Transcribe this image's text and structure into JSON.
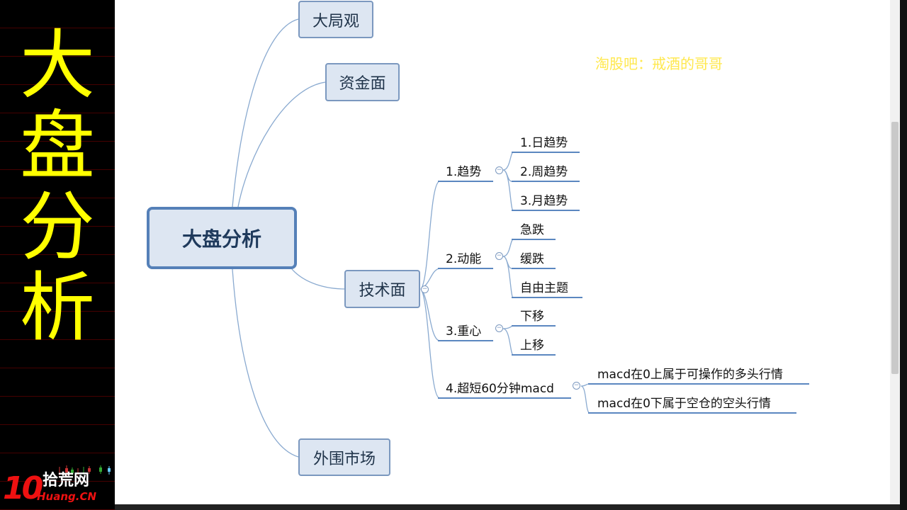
{
  "side_title": [
    "大",
    "盘",
    "分",
    "析"
  ],
  "watermark": "淘股吧：戒酒的哥哥",
  "mindmap": {
    "root": "大盘分析",
    "branches": {
      "big_picture": "大局观",
      "capital": "资金面",
      "technical": "技术面",
      "external": "外围市场"
    },
    "technical_children": {
      "trend": {
        "label": "1.趋势",
        "items": [
          "1.日趋势",
          "2.周趋势",
          "3.月趋势"
        ]
      },
      "momentum": {
        "label": "2.动能",
        "items": [
          "急跌",
          "缓跌",
          "自由主题"
        ]
      },
      "center": {
        "label": "3.重心",
        "items": [
          "下移",
          "上移"
        ]
      },
      "macd": {
        "label": "4.超短60分钟macd",
        "items": [
          "macd在0上属于可操作的多头行情",
          "macd在0下属于空仓的空头行情"
        ]
      }
    }
  },
  "logo": {
    "number": "10",
    "name": "拾荒网",
    "domain": "Huang.CN"
  },
  "colors": {
    "title_yellow": "#ffff00",
    "node_fill": "#dde6f2",
    "node_border": "#7b98bf",
    "root_border": "#5580b8",
    "connector": "#8aaad0",
    "underline": "#5b87c0",
    "watermark": "#ffe84d",
    "logo_red": "#ee1111"
  }
}
